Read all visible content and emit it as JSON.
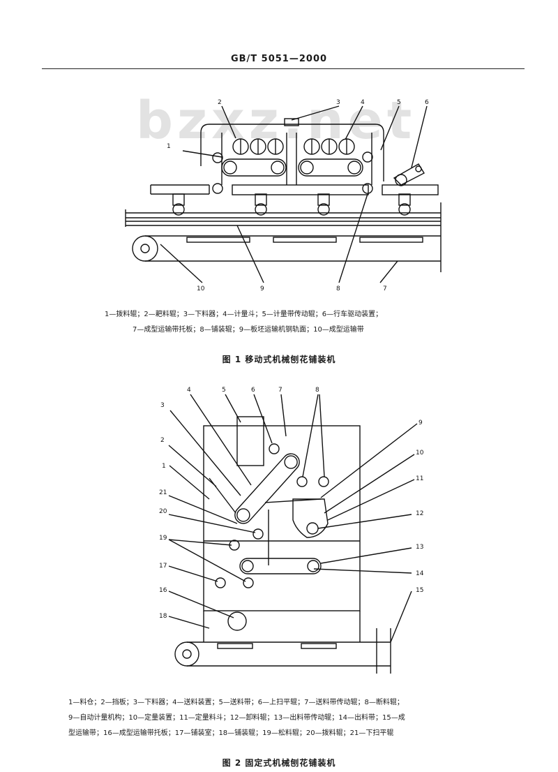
{
  "header": {
    "code": "GB/T 5051—2000"
  },
  "watermark": "bzxz.net",
  "figure1": {
    "caption": "图 1   移动式机械刨花铺装机",
    "legend_lines": [
      "1—拨料辊；2—耙料辊；3—下料器；4—计量斗；5—计量带传动辊；6—行车驱动装置；",
      "7—成型运输带托板；8—铺装辊；9—板坯运输机钢轨面；10—成型运输带"
    ],
    "labels": [
      "1",
      "2",
      "3",
      "4",
      "5",
      "6",
      "7",
      "8",
      "9",
      "10"
    ]
  },
  "figure2": {
    "caption": "图 2   固定式机械刨花铺装机",
    "legend_lines": [
      "1—料仓；2—挡板；3—下料器；4—送料装置；5—送料带；6—上扫平辊；7—送料带传动辊；8—断料辊；",
      "9—自动计量机构；10—定量装置；11—定量料斗；12—卸料辊；13—出料带传动辊；14—出料带；15—成",
      "型运输带；16—成型运输带托板；17—铺装室；18—铺装辊；19—松料辊；20—拨料辊；21—下扫平辊"
    ],
    "labels": [
      "1",
      "2",
      "3",
      "4",
      "5",
      "6",
      "7",
      "8",
      "9",
      "10",
      "11",
      "12",
      "13",
      "14",
      "15",
      "16",
      "17",
      "18",
      "19",
      "20",
      "21"
    ]
  }
}
